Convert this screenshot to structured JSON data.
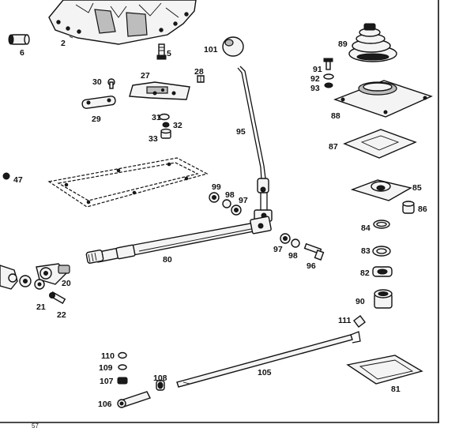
{
  "labels": {
    "p2": "2",
    "p5": "5",
    "p6": "6",
    "p20": "20",
    "p21": "21",
    "p22": "22",
    "p27": "27",
    "p28": "28",
    "p29": "29",
    "p30": "30",
    "p31": "31",
    "p32": "32",
    "p33": "33",
    "p47": "47",
    "p80": "80",
    "p81": "81",
    "p82": "82",
    "p83": "83",
    "p84": "84",
    "p85": "85",
    "p86": "86",
    "p87": "87",
    "p88": "88",
    "p89": "89",
    "p90": "90",
    "p91": "91",
    "p92": "92",
    "p93": "93",
    "p95": "95",
    "p96": "96",
    "p97a": "97",
    "p97b": "97",
    "p98a": "98",
    "p98b": "98",
    "p99": "99",
    "p101": "101",
    "p105": "105",
    "p106": "106",
    "p107": "107",
    "p108": "108",
    "p109": "109",
    "p110": "110",
    "p111": "111"
  },
  "page_number": "57"
}
